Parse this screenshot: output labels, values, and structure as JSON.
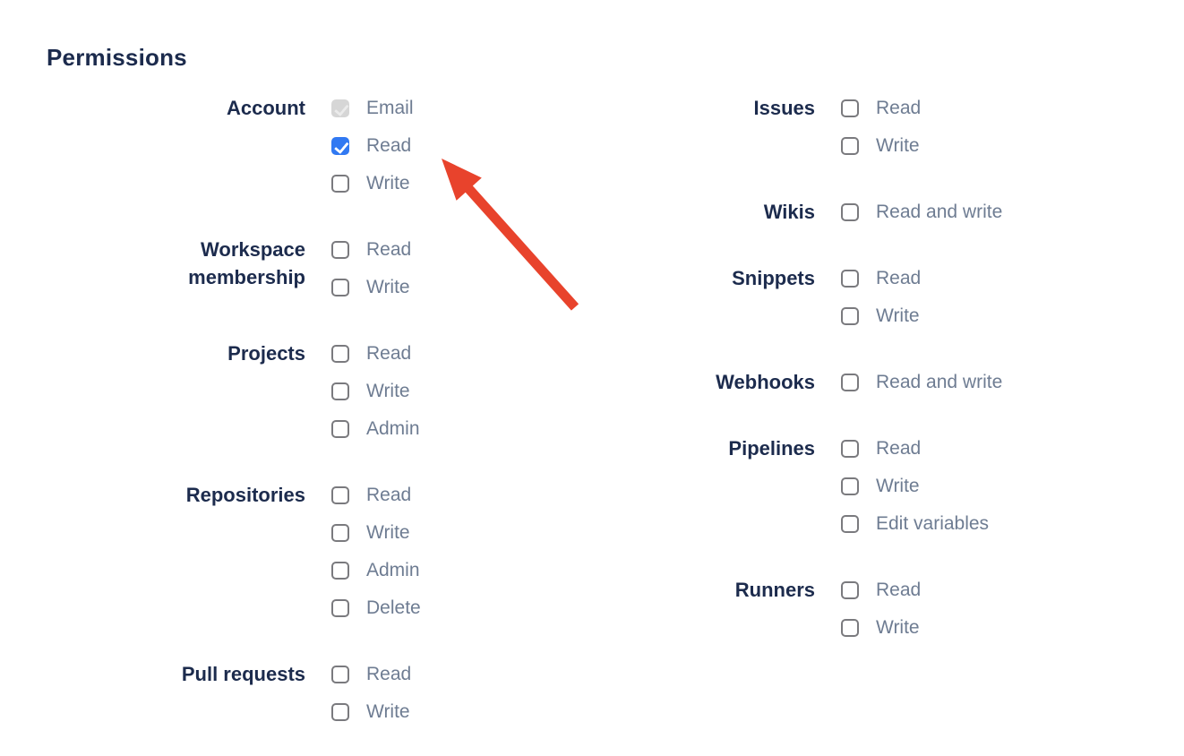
{
  "heading": "Permissions",
  "colors": {
    "heading_navy": "#1c2b4d",
    "option_gray": "#6e7c92",
    "checkbox_checked_blue": "#3179f2",
    "checkbox_disabled_gray": "#d6d6d6",
    "checkbox_border_gray": "#7a7a7e",
    "arrow_red": "#e8432c"
  },
  "columns": {
    "0": {
      "groups": {
        "0": {
          "label": "Account",
          "options": {
            "0": {
              "label": "Email",
              "state": "checked-disabled"
            },
            "1": {
              "label": "Read",
              "state": "checked"
            },
            "2": {
              "label": "Write",
              "state": "unchecked"
            }
          }
        },
        "1": {
          "label": "Workspace membership",
          "options": {
            "0": {
              "label": "Read",
              "state": "unchecked"
            },
            "1": {
              "label": "Write",
              "state": "unchecked"
            }
          }
        },
        "2": {
          "label": "Projects",
          "options": {
            "0": {
              "label": "Read",
              "state": "unchecked"
            },
            "1": {
              "label": "Write",
              "state": "unchecked"
            },
            "2": {
              "label": "Admin",
              "state": "unchecked"
            }
          }
        },
        "3": {
          "label": "Repositories",
          "options": {
            "0": {
              "label": "Read",
              "state": "unchecked"
            },
            "1": {
              "label": "Write",
              "state": "unchecked"
            },
            "2": {
              "label": "Admin",
              "state": "unchecked"
            },
            "3": {
              "label": "Delete",
              "state": "unchecked"
            }
          }
        },
        "4": {
          "label": "Pull requests",
          "options": {
            "0": {
              "label": "Read",
              "state": "unchecked"
            },
            "1": {
              "label": "Write",
              "state": "unchecked"
            }
          }
        }
      }
    },
    "1": {
      "groups": {
        "0": {
          "label": "Issues",
          "options": {
            "0": {
              "label": "Read",
              "state": "unchecked"
            },
            "1": {
              "label": "Write",
              "state": "unchecked"
            }
          }
        },
        "1": {
          "label": "Wikis",
          "options": {
            "0": {
              "label": "Read and write",
              "state": "unchecked"
            }
          }
        },
        "2": {
          "label": "Snippets",
          "options": {
            "0": {
              "label": "Read",
              "state": "unchecked"
            },
            "1": {
              "label": "Write",
              "state": "unchecked"
            }
          }
        },
        "3": {
          "label": "Webhooks",
          "options": {
            "0": {
              "label": "Read and write",
              "state": "unchecked"
            }
          }
        },
        "4": {
          "label": "Pipelines",
          "options": {
            "0": {
              "label": "Read",
              "state": "unchecked"
            },
            "1": {
              "label": "Write",
              "state": "unchecked"
            },
            "2": {
              "label": "Edit variables",
              "state": "unchecked"
            }
          }
        },
        "5": {
          "label": "Runners",
          "options": {
            "0": {
              "label": "Read",
              "state": "unchecked"
            },
            "1": {
              "label": "Write",
              "state": "unchecked"
            }
          }
        }
      }
    }
  }
}
